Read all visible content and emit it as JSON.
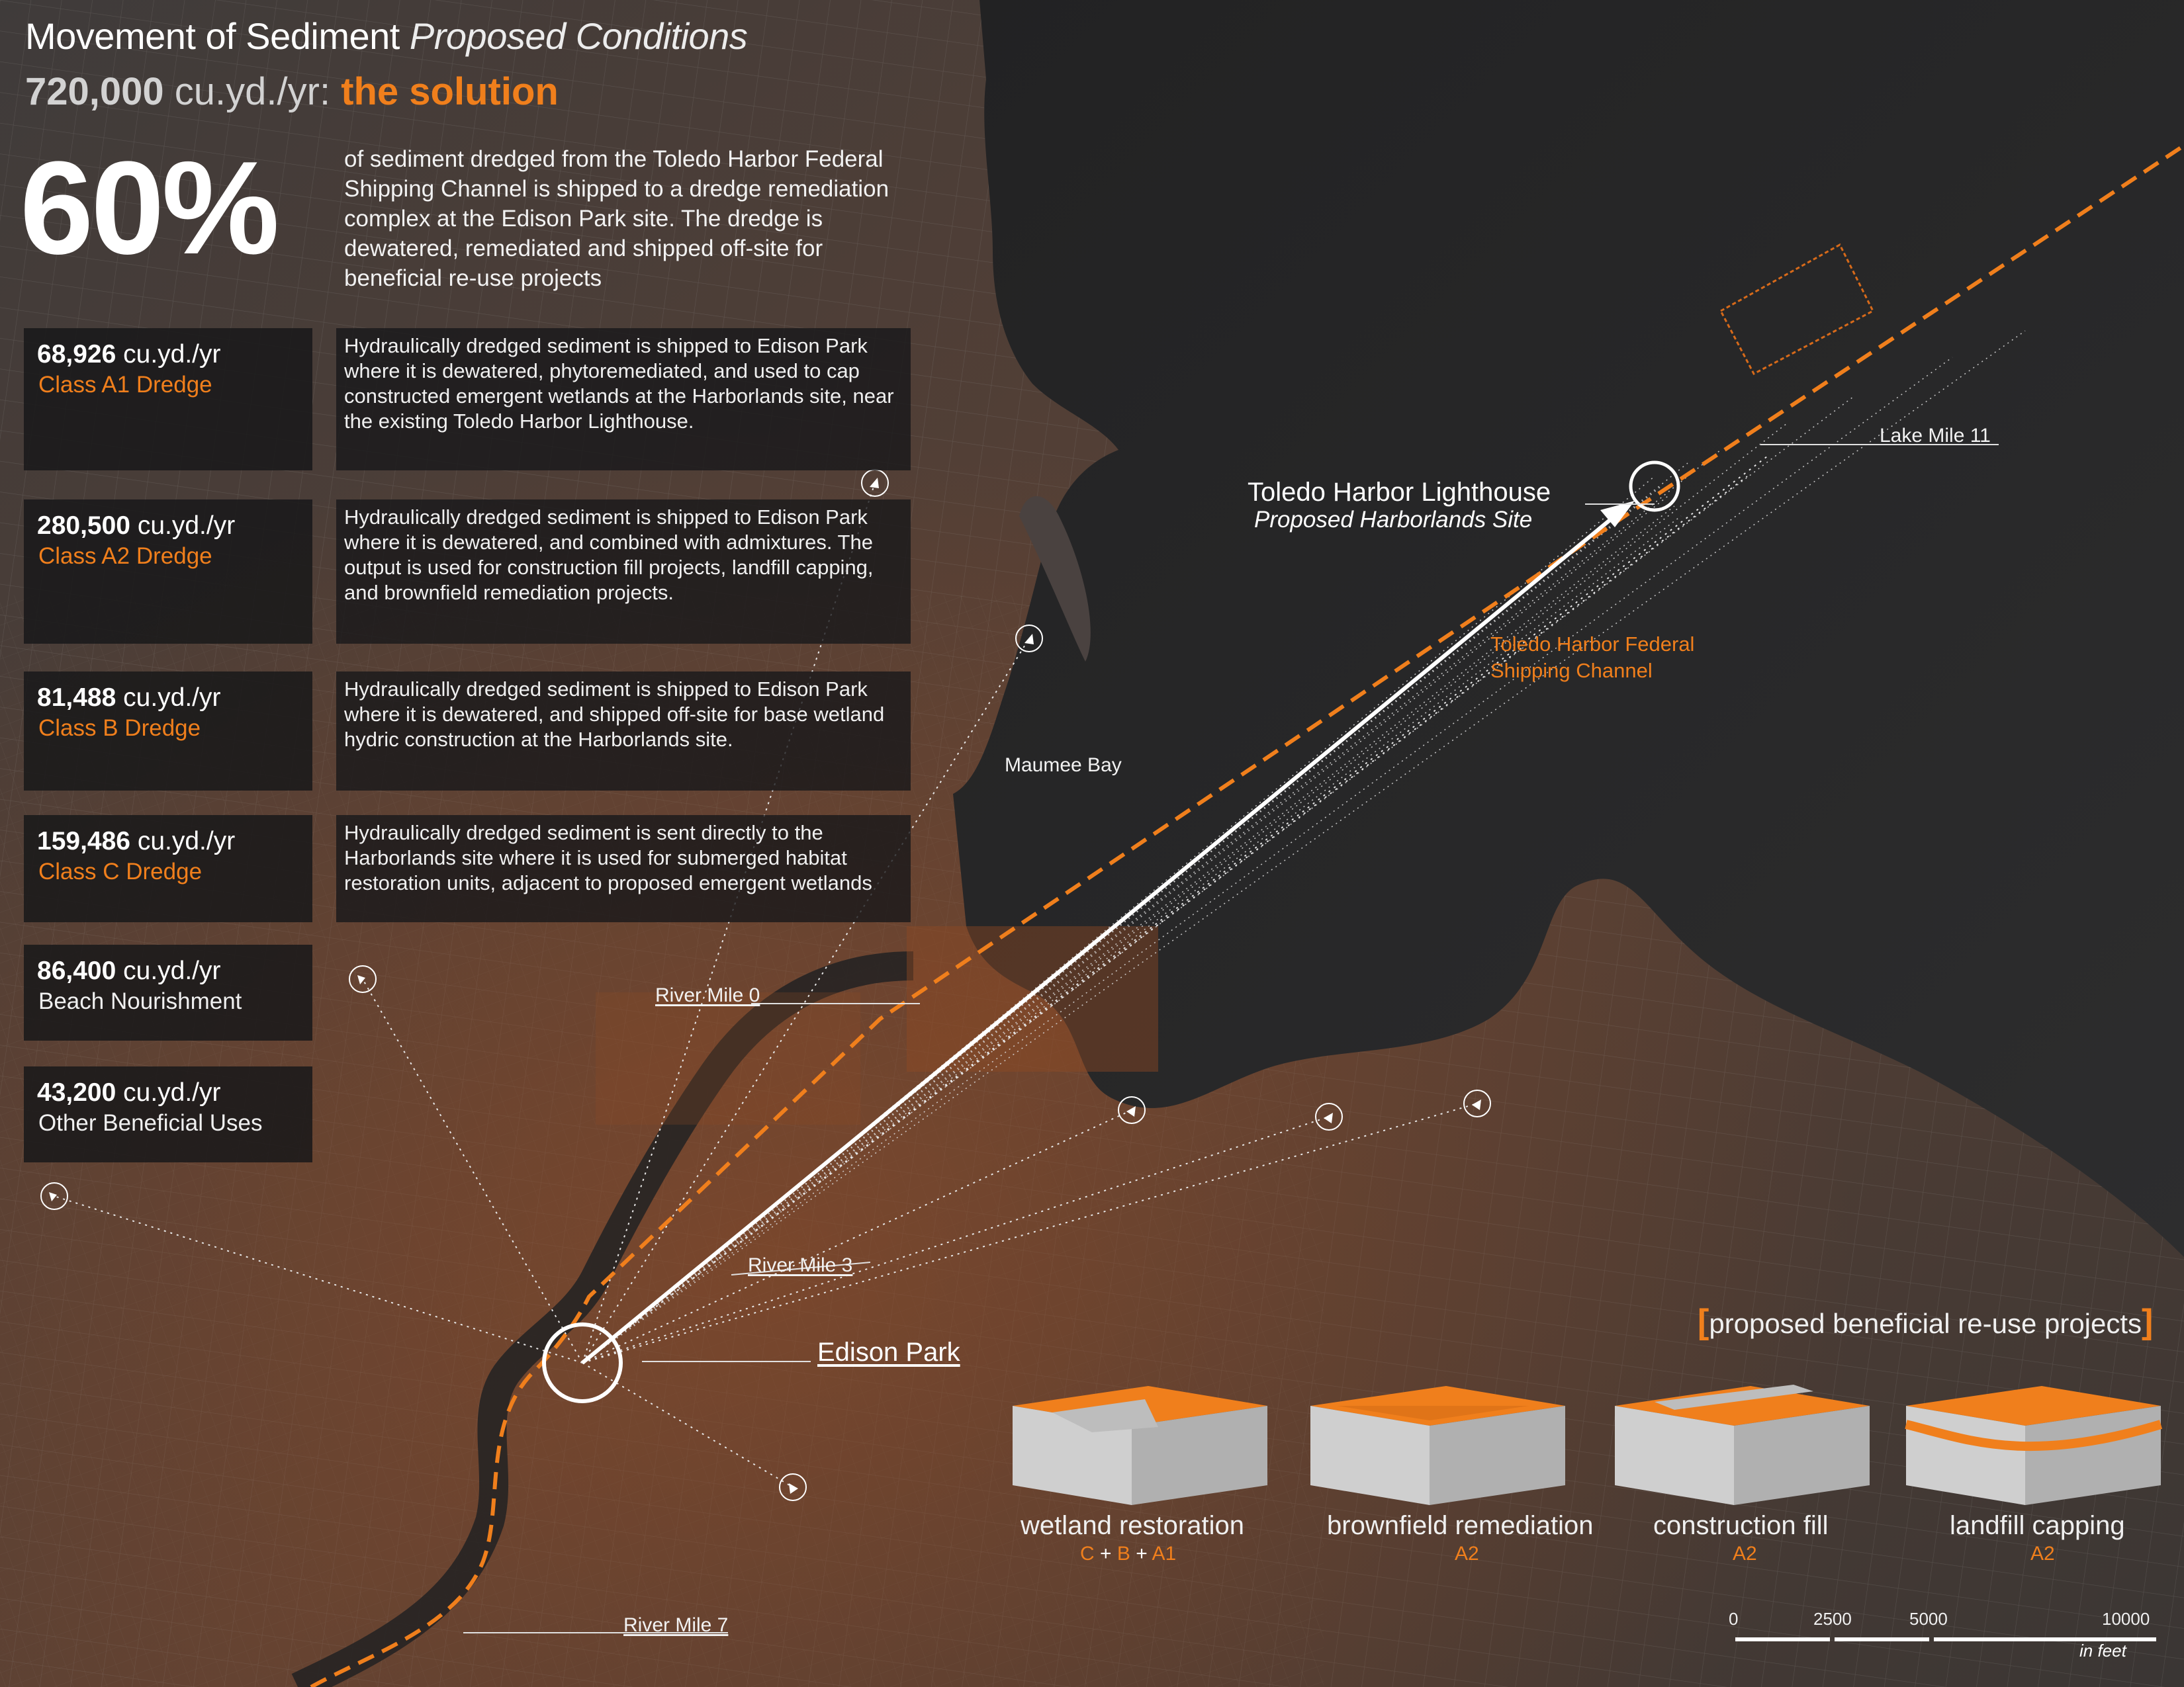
{
  "header": {
    "title_main": "Movement of Sediment",
    "title_italic": "Proposed Conditions",
    "total_number": "720,000",
    "total_unit": " cu.yd./yr:",
    "solution_label": "the solution"
  },
  "intro": {
    "percent": "60%",
    "text": "of sediment dredged from the Toledo Harbor Federal Shipping Channel is shipped to a dredge remediation complex at the Edison Park site. The dredge is dewatered, remediated and shipped off-site for beneficial re-use projects"
  },
  "sediment_classes": [
    {
      "amount": "68,926",
      "unit": " cu.yd./yr",
      "name": "Class A1 Dredge",
      "description": "Hydraulically dredged sediment is shipped to Edison Park where it is dewatered, phytoremediated, and used to cap constructed emergent wetlands at the Harborlands site, near the existing Toledo Harbor Lighthouse."
    },
    {
      "amount": "280,500",
      "unit": " cu.yd./yr",
      "name": "Class A2 Dredge",
      "description": "Hydraulically dredged sediment is shipped to Edison Park where it is dewatered, and combined with admixtures. The output is used for construction fill projects, landfill capping, and brownfield remediation projects."
    },
    {
      "amount": "81,488",
      "unit": " cu.yd./yr",
      "name": "Class B Dredge",
      "description": "Hydraulically dredged sediment is shipped to Edison Park where it is dewatered, and shipped off-site for base wetland hydric construction at the Harborlands site."
    },
    {
      "amount": "159,486",
      "unit": " cu.yd./yr",
      "name": "Class C Dredge",
      "description": "Hydraulically dredged sediment is sent directly to the Harborlands site where it is used for submerged habitat restoration units, adjacent to proposed emergent wetlands"
    },
    {
      "amount": "86,400",
      "unit": " cu.yd./yr",
      "name": "Beach Nourishment"
    },
    {
      "amount": "43,200",
      "unit": " cu.yd./yr",
      "name": "Other Beneficial Uses"
    }
  ],
  "map_labels": {
    "lighthouse": "Toledo Harbor Lighthouse",
    "harborlands": "Proposed Harborlands Site",
    "lake_mile": "Lake Mile 11",
    "channel": "Toledo Harbor Federal Shipping Channel",
    "maumee_bay": "Maumee Bay",
    "river_mile_0": "River Mile 0",
    "river_mile_3": "River Mile 3",
    "river_mile_7": "River Mile 7",
    "edison_park": "Edison Park"
  },
  "reuse": {
    "header": "proposed beneficial re-use projects",
    "bracket_open": "[",
    "bracket_close": "]",
    "projects": [
      {
        "name": "wetland restoration",
        "classes": [
          "C",
          "B",
          "A1"
        ]
      },
      {
        "name": "brownfield remediation",
        "classes": [
          "A2"
        ]
      },
      {
        "name": "construction fill",
        "classes": [
          "A2"
        ]
      },
      {
        "name": "landfill capping",
        "classes": [
          "A2"
        ]
      }
    ],
    "plus": "+"
  },
  "scale": {
    "ticks": [
      "0",
      "2500",
      "5000",
      "10000"
    ],
    "unit": "in feet"
  },
  "colors": {
    "accent": "#f07f1c",
    "water": "#232324",
    "land": "#5a4438",
    "rust": "#9a4e24"
  }
}
